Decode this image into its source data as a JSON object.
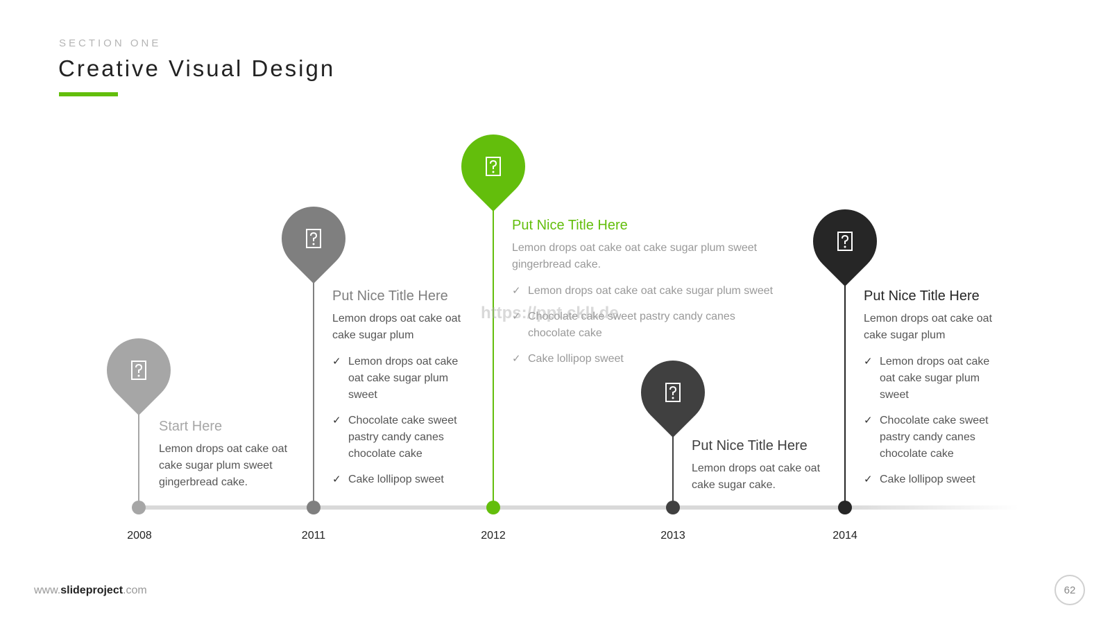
{
  "header": {
    "section_label": "SECTION ONE",
    "title": "Creative Visual Design",
    "accent_color": "#63be0c"
  },
  "timeline": {
    "milestones": [
      {
        "year": "2008",
        "title": "Start Here",
        "description": "Lemon drops oat cake oat cake sugar plum sweet gingerbread cake.",
        "bullets": [],
        "pin_color": "#a6a6a6",
        "title_color": "#a6a6a6",
        "icon": "placeholder-icon"
      },
      {
        "year": "2011",
        "title": "Put Nice Title Here",
        "description": "Lemon drops oat cake oat cake sugar plum",
        "bullets": [
          "Lemon drops oat cake oat cake sugar plum sweet",
          "Chocolate cake sweet pastry candy canes chocolate cake",
          "Cake lollipop sweet"
        ],
        "pin_color": "#7f7f7f",
        "title_color": "#7f7f7f",
        "icon": "placeholder-icon"
      },
      {
        "year": "2012",
        "title": "Put Nice Title Here",
        "description": "Lemon drops oat cake oat cake sugar plum sweet gingerbread cake.",
        "bullets": [
          "Lemon drops oat cake oat cake sugar plum sweet",
          "Chocolate cake sweet pastry candy canes chocolate cake",
          "Cake lollipop sweet"
        ],
        "pin_color": "#63be0c",
        "title_color": "#63be0c",
        "icon": "placeholder-icon"
      },
      {
        "year": "2013",
        "title": "Put Nice Title Here",
        "description": "Lemon drops oat cake oat cake sugar cake.",
        "bullets": [],
        "pin_color": "#404040",
        "title_color": "#404040",
        "icon": "placeholder-icon"
      },
      {
        "year": "2014",
        "title": "Put Nice Title Here",
        "description": "Lemon drops oat cake oat cake sugar plum",
        "bullets": [
          "Lemon drops oat cake oat cake sugar plum sweet",
          "Chocolate cake sweet pastry candy canes chocolate cake",
          "Cake lollipop sweet"
        ],
        "pin_color": "#262626",
        "title_color": "#262626",
        "icon": "placeholder-icon"
      }
    ]
  },
  "watermark": "https://ppt.cklI.de",
  "footer": {
    "url_prefix": "www.",
    "url_brand": "slideproject",
    "url_suffix": ".com",
    "page_number": "62"
  }
}
